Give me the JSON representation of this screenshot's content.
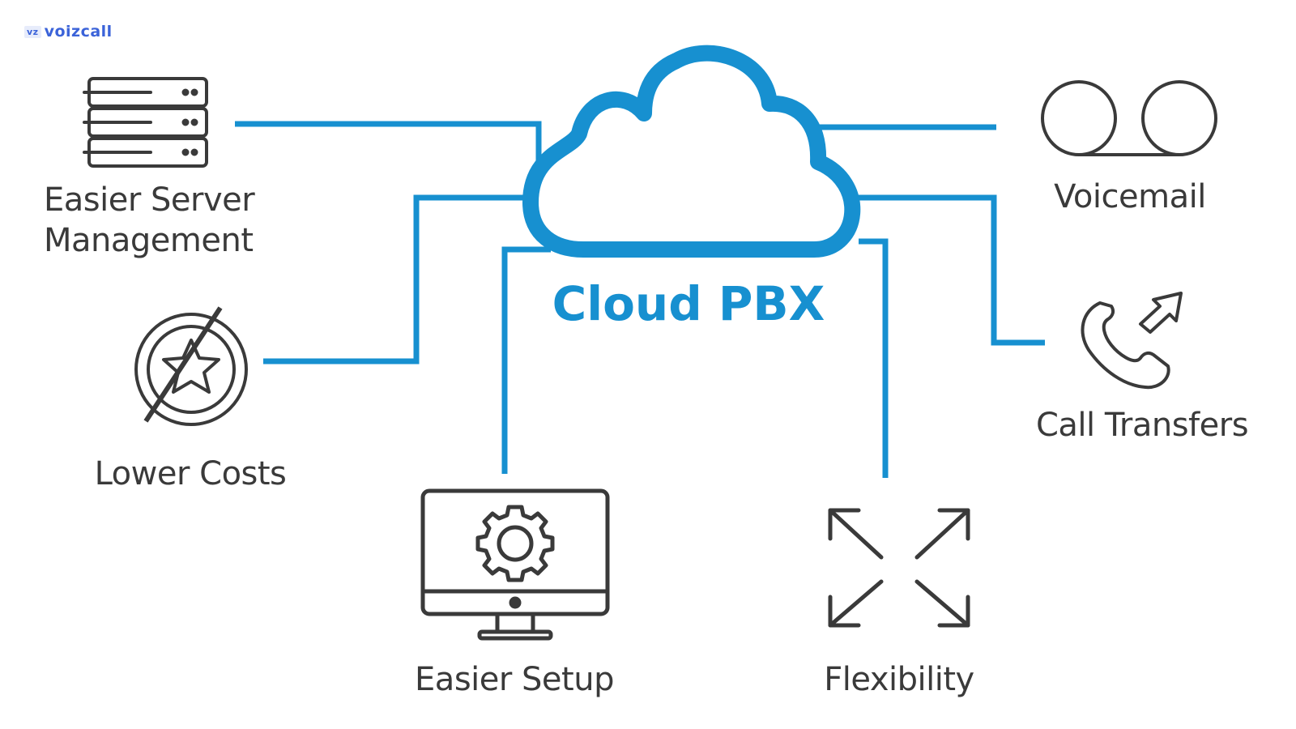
{
  "logo": {
    "mark": "vz",
    "text": "voizcall"
  },
  "diagram": {
    "center_title": "Cloud PBX",
    "nodes": [
      {
        "id": "server",
        "icon": "server-rack-icon",
        "label_line1": "Easier Server",
        "label_line2": "Management"
      },
      {
        "id": "costs",
        "icon": "crossed-coin-icon",
        "label": "Lower Costs"
      },
      {
        "id": "setup",
        "icon": "monitor-gear-icon",
        "label": "Easier Setup"
      },
      {
        "id": "flex",
        "icon": "expand-arrows-icon",
        "label": "Flexibility"
      },
      {
        "id": "voicemail",
        "icon": "voicemail-icon",
        "label": "Voicemail"
      },
      {
        "id": "transfer",
        "icon": "phone-transfer-icon",
        "label": "Call Transfers"
      }
    ]
  },
  "colors": {
    "accent": "#1790d0",
    "icon": "#3a3a3a",
    "text": "#3a3a3a",
    "background": "#ffffff"
  }
}
